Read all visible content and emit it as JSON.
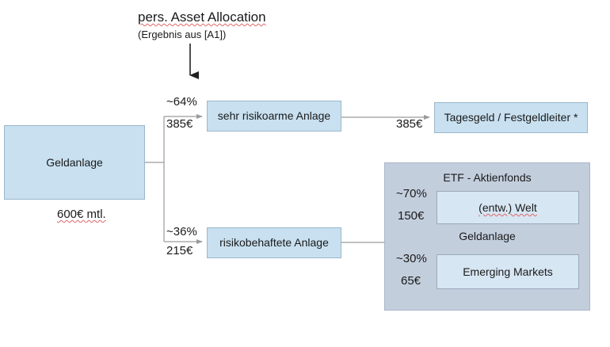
{
  "diagram": {
    "title": "pers. Asset Allocation",
    "subtitle": "(Ergebnis aus [A1])",
    "root": {
      "label": "Geldanlage",
      "amount_caption": "600€ mtl."
    },
    "branches": [
      {
        "percent": "~64%",
        "amount": "385€",
        "label": "sehr risikoarme Anlage",
        "target_amount": "385€",
        "target_label": "Tagesgeld / Festgeldleiter *"
      },
      {
        "percent": "~36%",
        "amount": "215€",
        "label": "risikobehaftete Anlage"
      }
    ],
    "etf_panel": {
      "title": "ETF - Aktienfonds",
      "subtitle": "Geldanlage",
      "items": [
        {
          "percent": "~70%",
          "amount": "150€",
          "label": "(entw.) Welt"
        },
        {
          "percent": "~30%",
          "amount": "65€",
          "label": "Emerging Markets"
        }
      ]
    },
    "colors": {
      "box_fill": "#c8e0f0",
      "box_border": "#9bb7c9",
      "panel_fill": "#c3cedd",
      "inner_box_fill": "#d7e6f3",
      "connector": "#9a9a9a",
      "arrow_dark": "#222222"
    }
  }
}
